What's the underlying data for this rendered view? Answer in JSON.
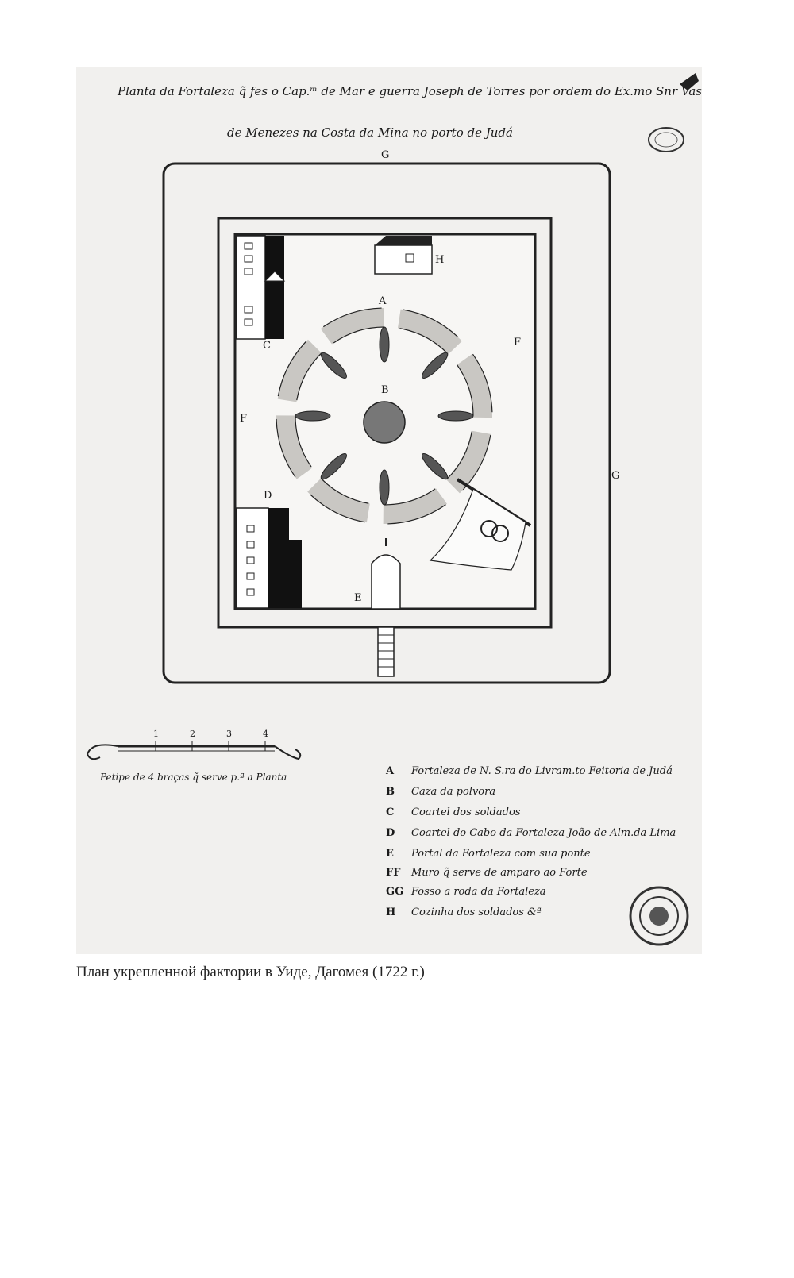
{
  "plan": {
    "title_line1": "Planta da Fortaleza q̃ fes o Cap.ᵐ de Mar e guerra Joseph de Torres por ordem do Ex.mo Snr Vasco Frz Cezar",
    "title_line2": "de Menezes na Costa da Mina no porto de Judá"
  },
  "map_labels": {
    "A": "A",
    "B": "B",
    "C": "C",
    "D": "D",
    "E": "E",
    "F_left": "F",
    "F_right": "F",
    "G_top": "G",
    "G_right": "G",
    "H": "H"
  },
  "scale": {
    "ticks": [
      "1",
      "2",
      "3",
      "4"
    ],
    "label": "Petipe de 4 braças q̃ serve p.ª a Planta"
  },
  "legend": [
    {
      "key": "A",
      "text": "Fortaleza de N. S.ra do Livram.to Feitoria de Judá"
    },
    {
      "key": "B",
      "text": "Caza da polvora"
    },
    {
      "key": "C",
      "text": "Coartel dos soldados"
    },
    {
      "key": "D",
      "text": "Coartel do Cabo da Fortaleza João de Alm.da Lima"
    },
    {
      "key": "E",
      "text": "Portal da Fortaleza com sua ponte"
    },
    {
      "key": "FF",
      "text": "Muro q̃ serve de amparo ao Forte"
    },
    {
      "key": "GG",
      "text": "Fosso a roda da Fortaleza"
    },
    {
      "key": "H",
      "text": "Cozinha dos soldados &ª"
    }
  ],
  "caption": "План укрепленной фактории в Уиде, Дагомея (1722 г.)",
  "colors": {
    "ink": "#1a1a1a",
    "paper": "#f1f0ee",
    "battery": "#c9c7c3"
  }
}
